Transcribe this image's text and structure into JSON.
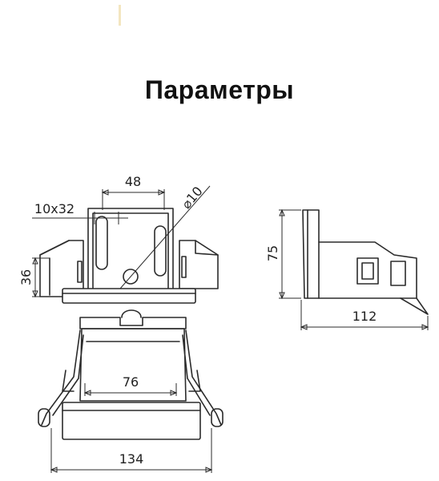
{
  "title": "Параметры",
  "dimensions": {
    "top_width": "48",
    "slot": "10x32",
    "hole_diameter": "⌀10",
    "left_height": "36",
    "side_height": "75",
    "side_length": "112",
    "inner_width": "76",
    "bottom_width": "134"
  },
  "colors": {
    "line": "#2b2b2b",
    "text": "#111111",
    "background": "#ffffff"
  }
}
